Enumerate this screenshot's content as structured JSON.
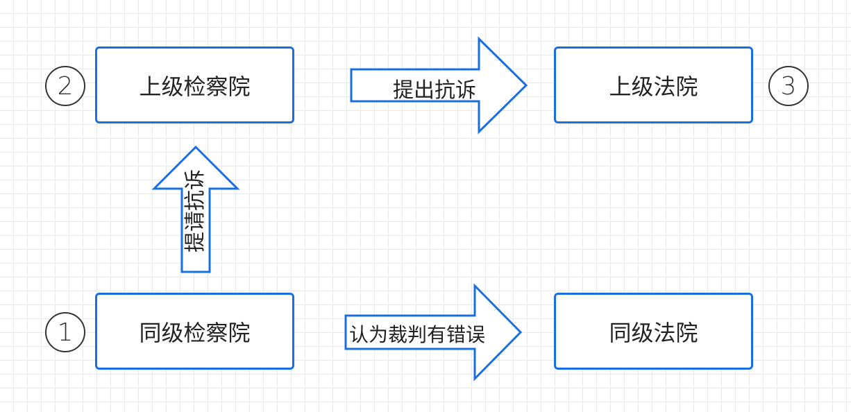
{
  "nodes": {
    "upper_procuratorate": "上级检察院",
    "upper_court": "上级法院",
    "same_level_procuratorate": "同级检察院",
    "same_level_court": "同级法院"
  },
  "markers": {
    "one": "1",
    "two": "2",
    "three": "3"
  },
  "edges": {
    "bottom_arrow_label": "认为裁判有错误",
    "up_arrow_label": "提请抗诉",
    "top_arrow_label": "提出抗诉"
  },
  "colors": {
    "box_border": "#1a6fe0",
    "arrow_stroke": "#1a6fe0",
    "text": "#222222"
  }
}
